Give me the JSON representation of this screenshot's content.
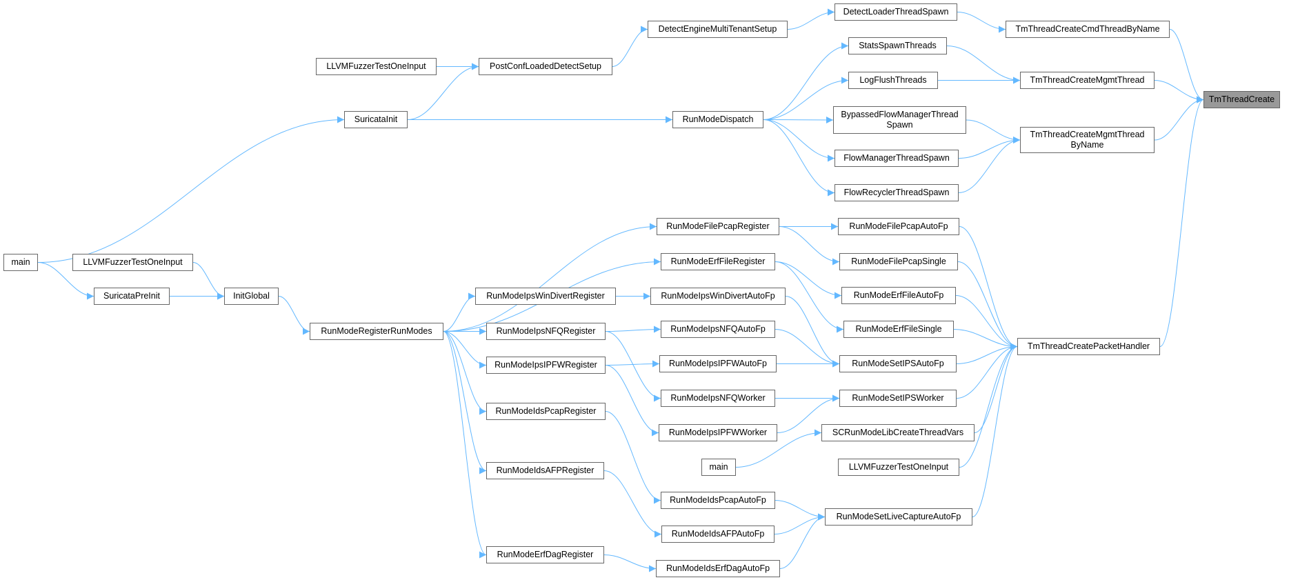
{
  "colors": {
    "edge": "#63b8ff",
    "node_border": "#666666",
    "root_fill": "#999999"
  },
  "nodes": {
    "TmThreadCreate": "TmThreadCreate",
    "TmThreadCreateCmdThreadByName": "TmThreadCreateCmdThreadByName",
    "TmThreadCreateMgmtThread": "TmThreadCreateMgmtThread",
    "TmThreadCreateMgmtThreadByName": "TmThreadCreateMgmtThread\nByName",
    "TmThreadCreatePacketHandler": "TmThreadCreatePacketHandler",
    "DetectLoaderThreadSpawn": "DetectLoaderThreadSpawn",
    "DetectEngineMultiTenantSetup": "DetectEngineMultiTenantSetup",
    "PostConfLoadedDetectSetup": "PostConfLoadedDetectSetup",
    "LLVMFuzzerTestOneInput_1": "LLVMFuzzerTestOneInput",
    "SuricataInit": "SuricataInit",
    "main_1": "main",
    "StatsSpawnThreads": "StatsSpawnThreads",
    "LogFlushThreads": "LogFlushThreads",
    "BypassedFlowManagerThreadSpawn": "BypassedFlowManagerThread\nSpawn",
    "FlowManagerThreadSpawn": "FlowManagerThreadSpawn",
    "FlowRecyclerThreadSpawn": "FlowRecyclerThreadSpawn",
    "RunModeDispatch": "RunModeDispatch",
    "LLVMFuzzerTestOneInput_2": "LLVMFuzzerTestOneInput",
    "SuricataPreInit": "SuricataPreInit",
    "InitGlobal": "InitGlobal",
    "RunModeRegisterRunModes": "RunModeRegisterRunModes",
    "RunModeFilePcapRegister": "RunModeFilePcapRegister",
    "RunModeErfFileRegister": "RunModeErfFileRegister",
    "RunModeIpsWinDivertRegister": "RunModeIpsWinDivertRegister",
    "RunModeIpsNFQRegister": "RunModeIpsNFQRegister",
    "RunModeIpsIPFWRegister": "RunModeIpsIPFWRegister",
    "RunModeIdsPcapRegister": "RunModeIdsPcapRegister",
    "RunModeIdsAFPRegister": "RunModeIdsAFPRegister",
    "RunModeErfDagRegister": "RunModeErfDagRegister",
    "RunModeIpsWinDivertAutoFp": "RunModeIpsWinDivertAutoFp",
    "RunModeIpsNFQAutoFp": "RunModeIpsNFQAutoFp",
    "RunModeIpsIPFWAutoFp": "RunModeIpsIPFWAutoFp",
    "RunModeIpsNFQWorker": "RunModeIpsNFQWorker",
    "RunModeIpsIPFWWorker": "RunModeIpsIPFWWorker",
    "main_2": "main",
    "RunModeIdsPcapAutoFp": "RunModeIdsPcapAutoFp",
    "RunModeIdsAFPAutoFp": "RunModeIdsAFPAutoFp",
    "RunModeIdsErfDagAutoFp": "RunModeIdsErfDagAutoFp",
    "RunModeFilePcapAutoFp": "RunModeFilePcapAutoFp",
    "RunModeFilePcapSingle": "RunModeFilePcapSingle",
    "RunModeErfFileAutoFp": "RunModeErfFileAutoFp",
    "RunModeErfFileSingle": "RunModeErfFileSingle",
    "RunModeSetIPSAutoFp": "RunModeSetIPSAutoFp",
    "RunModeSetIPSWorker": "RunModeSetIPSWorker",
    "SCRunModeLibCreateThreadVars": "SCRunModeLibCreateThreadVars",
    "LLVMFuzzerTestOneInput_3": "LLVMFuzzerTestOneInput",
    "RunModeSetLiveCaptureAutoFp": "RunModeSetLiveCaptureAutoFp"
  },
  "edges": [
    [
      "TmThreadCreateCmdThreadByName",
      "TmThreadCreate"
    ],
    [
      "TmThreadCreateMgmtThread",
      "TmThreadCreate"
    ],
    [
      "TmThreadCreateMgmtThreadByName",
      "TmThreadCreate"
    ],
    [
      "TmThreadCreatePacketHandler",
      "TmThreadCreate"
    ],
    [
      "DetectLoaderThreadSpawn",
      "TmThreadCreateCmdThreadByName"
    ],
    [
      "DetectEngineMultiTenantSetup",
      "DetectLoaderThreadSpawn"
    ],
    [
      "PostConfLoadedDetectSetup",
      "DetectEngineMultiTenantSetup"
    ],
    [
      "LLVMFuzzerTestOneInput_1",
      "PostConfLoadedDetectSetup"
    ],
    [
      "SuricataInit",
      "PostConfLoadedDetectSetup"
    ],
    [
      "main_1",
      "SuricataInit"
    ],
    [
      "StatsSpawnThreads",
      "TmThreadCreateMgmtThread"
    ],
    [
      "LogFlushThreads",
      "TmThreadCreateMgmtThread"
    ],
    [
      "RunModeDispatch",
      "StatsSpawnThreads"
    ],
    [
      "RunModeDispatch",
      "LogFlushThreads"
    ],
    [
      "SuricataInit",
      "RunModeDispatch"
    ],
    [
      "BypassedFlowManagerThreadSpawn",
      "TmThreadCreateMgmtThreadByName"
    ],
    [
      "FlowManagerThreadSpawn",
      "TmThreadCreateMgmtThreadByName"
    ],
    [
      "FlowRecyclerThreadSpawn",
      "TmThreadCreateMgmtThreadByName"
    ],
    [
      "RunModeDispatch",
      "BypassedFlowManagerThreadSpawn"
    ],
    [
      "RunModeDispatch",
      "FlowManagerThreadSpawn"
    ],
    [
      "RunModeDispatch",
      "FlowRecyclerThreadSpawn"
    ],
    [
      "main_1",
      "SuricataPreInit"
    ],
    [
      "LLVMFuzzerTestOneInput_2",
      "InitGlobal"
    ],
    [
      "SuricataPreInit",
      "InitGlobal"
    ],
    [
      "InitGlobal",
      "RunModeRegisterRunModes"
    ],
    [
      "RunModeRegisterRunModes",
      "RunModeFilePcapRegister"
    ],
    [
      "RunModeRegisterRunModes",
      "RunModeErfFileRegister"
    ],
    [
      "RunModeRegisterRunModes",
      "RunModeIpsWinDivertRegister"
    ],
    [
      "RunModeRegisterRunModes",
      "RunModeIpsNFQRegister"
    ],
    [
      "RunModeRegisterRunModes",
      "RunModeIpsIPFWRegister"
    ],
    [
      "RunModeRegisterRunModes",
      "RunModeIdsPcapRegister"
    ],
    [
      "RunModeRegisterRunModes",
      "RunModeIdsAFPRegister"
    ],
    [
      "RunModeRegisterRunModes",
      "RunModeErfDagRegister"
    ],
    [
      "RunModeFilePcapRegister",
      "RunModeFilePcapAutoFp"
    ],
    [
      "RunModeFilePcapRegister",
      "RunModeFilePcapSingle"
    ],
    [
      "RunModeErfFileRegister",
      "RunModeErfFileAutoFp"
    ],
    [
      "RunModeErfFileRegister",
      "RunModeErfFileSingle"
    ],
    [
      "RunModeIpsWinDivertRegister",
      "RunModeIpsWinDivertAutoFp"
    ],
    [
      "RunModeIpsNFQRegister",
      "RunModeIpsNFQAutoFp"
    ],
    [
      "RunModeIpsNFQRegister",
      "RunModeIpsNFQWorker"
    ],
    [
      "RunModeIpsIPFWRegister",
      "RunModeIpsIPFWAutoFp"
    ],
    [
      "RunModeIpsIPFWRegister",
      "RunModeIpsIPFWWorker"
    ],
    [
      "RunModeIdsPcapRegister",
      "RunModeIdsPcapAutoFp"
    ],
    [
      "RunModeIdsAFPRegister",
      "RunModeIdsAFPAutoFp"
    ],
    [
      "RunModeErfDagRegister",
      "RunModeIdsErfDagAutoFp"
    ],
    [
      "RunModeIpsWinDivertAutoFp",
      "RunModeSetIPSAutoFp"
    ],
    [
      "RunModeIpsNFQAutoFp",
      "RunModeSetIPSAutoFp"
    ],
    [
      "RunModeIpsIPFWAutoFp",
      "RunModeSetIPSAutoFp"
    ],
    [
      "RunModeIpsNFQWorker",
      "RunModeSetIPSWorker"
    ],
    [
      "RunModeIpsIPFWWorker",
      "RunModeSetIPSWorker"
    ],
    [
      "main_2",
      "SCRunModeLibCreateThreadVars"
    ],
    [
      "RunModeIdsPcapAutoFp",
      "RunModeSetLiveCaptureAutoFp"
    ],
    [
      "RunModeIdsAFPAutoFp",
      "RunModeSetLiveCaptureAutoFp"
    ],
    [
      "RunModeIdsErfDagAutoFp",
      "RunModeSetLiveCaptureAutoFp"
    ],
    [
      "RunModeFilePcapAutoFp",
      "TmThreadCreatePacketHandler"
    ],
    [
      "RunModeFilePcapSingle",
      "TmThreadCreatePacketHandler"
    ],
    [
      "RunModeErfFileAutoFp",
      "TmThreadCreatePacketHandler"
    ],
    [
      "RunModeErfFileSingle",
      "TmThreadCreatePacketHandler"
    ],
    [
      "RunModeSetIPSAutoFp",
      "TmThreadCreatePacketHandler"
    ],
    [
      "RunModeSetIPSWorker",
      "TmThreadCreatePacketHandler"
    ],
    [
      "SCRunModeLibCreateThreadVars",
      "TmThreadCreatePacketHandler"
    ],
    [
      "LLVMFuzzerTestOneInput_3",
      "TmThreadCreatePacketHandler"
    ],
    [
      "RunModeSetLiveCaptureAutoFp",
      "TmThreadCreatePacketHandler"
    ]
  ]
}
